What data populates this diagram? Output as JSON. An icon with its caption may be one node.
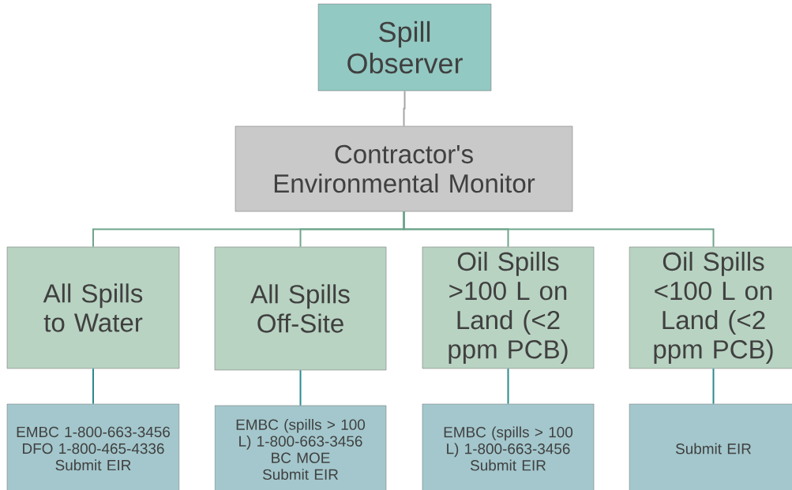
{
  "diagram": {
    "nodes": [
      {
        "text": [
          "Spill Observer"
        ]
      },
      {
        "text": [
          "Contractor's Environmental Monitor"
        ]
      },
      {
        "text": [
          "All Spills to Water"
        ]
      },
      {
        "text": [
          "All Spills Off-Site"
        ]
      },
      {
        "text": [
          "Oil Spills >100 L on Land (<2 ppm PCB)"
        ]
      },
      {
        "text": [
          "Oil Spills <100 L on Land (<2 ppm PCB)"
        ]
      },
      {
        "text": [
          "EMBC 1-800-663-3456",
          "DFO 1-800-465-4336",
          "Submit EIR"
        ]
      },
      {
        "text": [
          "EMBC (spills > 100 L) 1-800-663-3456",
          "BC MOE",
          "Submit EIR"
        ]
      },
      {
        "text": [
          "EMBC (spills > 100 L) 1-800-663-3456",
          "Submit EIR"
        ]
      },
      {
        "text": [
          "Submit EIR"
        ]
      }
    ],
    "edges": [
      {
        "from": 0,
        "to": 1,
        "arrow": "none",
        "color": "#a6a6a6"
      },
      {
        "from": 1,
        "to": 2,
        "arrow": "none",
        "color": "#6fa58c"
      },
      {
        "from": 1,
        "to": 3,
        "arrow": "none",
        "color": "#6fa58c"
      },
      {
        "from": 1,
        "to": 4,
        "arrow": "none",
        "color": "#6fa58c"
      },
      {
        "from": 1,
        "to": 5,
        "arrow": "none",
        "color": "#6fa58c"
      },
      {
        "from": 2,
        "to": 6,
        "arrow": "none",
        "color": "#2b8a8c"
      },
      {
        "from": 3,
        "to": 7,
        "arrow": "none",
        "color": "#2b8a8c"
      },
      {
        "from": 4,
        "to": 8,
        "arrow": "none",
        "color": "#2b8a8c"
      },
      {
        "from": 5,
        "to": 9,
        "arrow": "none",
        "color": "#2b8a8c"
      }
    ]
  }
}
